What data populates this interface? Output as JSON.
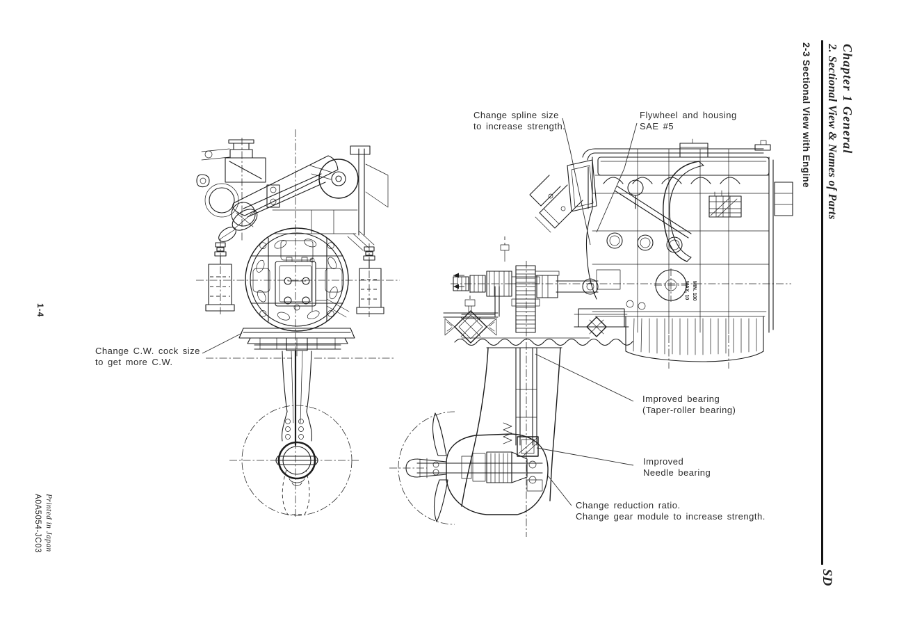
{
  "page": {
    "paper_color": "#ffffff",
    "ink_color": "#1c1c1c"
  },
  "header_right": {
    "chapter_title": "Chapter 1 General",
    "section_title": "2. Sectional View & Names of Parts",
    "subsection_title": "2-3 Sectional View with Engine",
    "model_code": "SD"
  },
  "margin_left": {
    "page_number": "1-4",
    "print_note": "Printed in Japan",
    "print_code": "A0A5054-JC03"
  },
  "callouts": [
    {
      "id": "spline",
      "lines": [
        "Change spline size",
        "to increase strength."
      ]
    },
    {
      "id": "flywheel",
      "lines": [
        "Flywheel and housing",
        "SAE #5"
      ]
    },
    {
      "id": "cw-cock",
      "lines": [
        "Change C.W. cock size",
        "to get more C.W."
      ]
    },
    {
      "id": "taper",
      "lines": [
        "Improved bearing",
        "(Taper-roller bearing)"
      ]
    },
    {
      "id": "needle",
      "lines": [
        "Improved",
        "Needle bearing"
      ]
    },
    {
      "id": "reduction",
      "lines": [
        "Change reduction ratio.",
        "Change gear module to increase strength."
      ]
    }
  ],
  "drawing_labels": {
    "dipstick_max": "MAX. 10",
    "dipstick_min": "MIN. 100"
  }
}
